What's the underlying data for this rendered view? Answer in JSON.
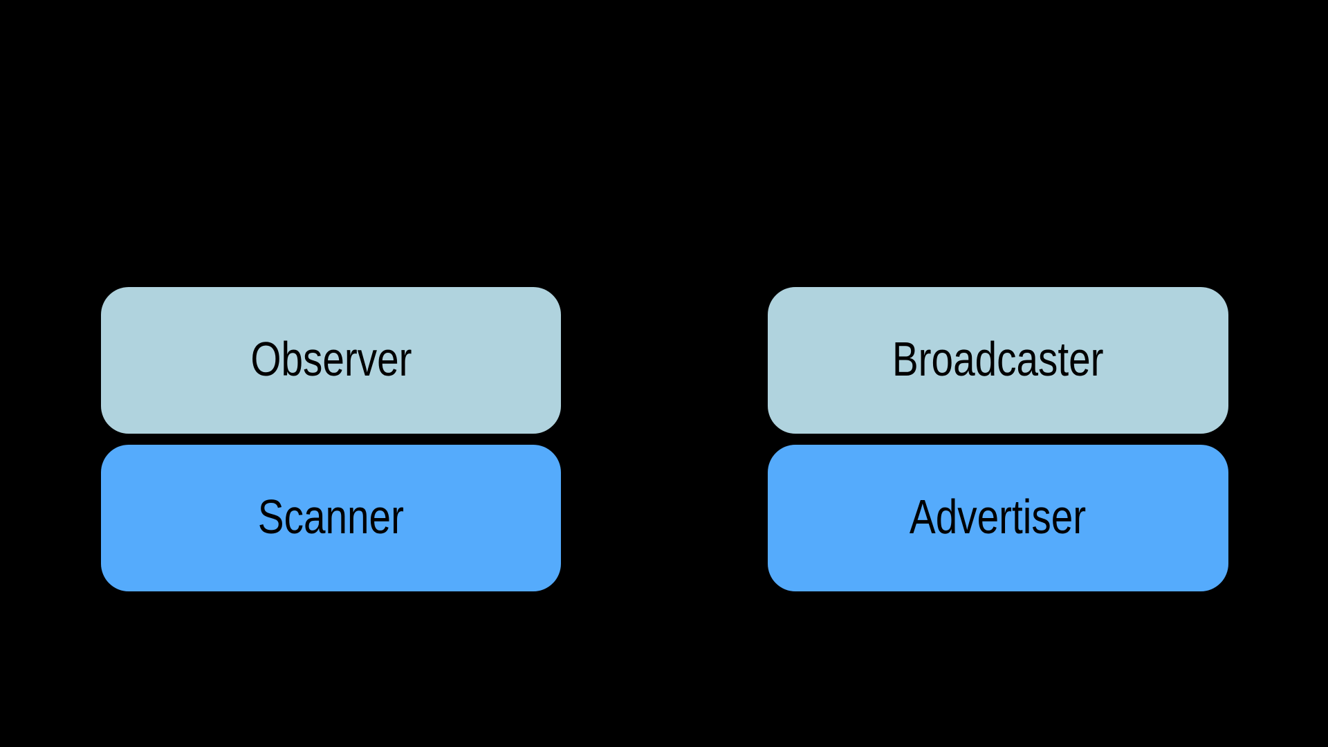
{
  "diagram": {
    "background_color": "#000000",
    "colors": {
      "top_row_box": "#B0D3DE",
      "bottom_row_box": "#55ABFC",
      "label_text": "#000000"
    },
    "columns": [
      {
        "side": "left",
        "boxes": [
          {
            "label": "Observer",
            "row": "top"
          },
          {
            "label": "Scanner",
            "row": "bottom"
          }
        ]
      },
      {
        "side": "right",
        "boxes": [
          {
            "label": "Broadcaster",
            "row": "top"
          },
          {
            "label": "Advertiser",
            "row": "bottom"
          }
        ]
      }
    ]
  }
}
